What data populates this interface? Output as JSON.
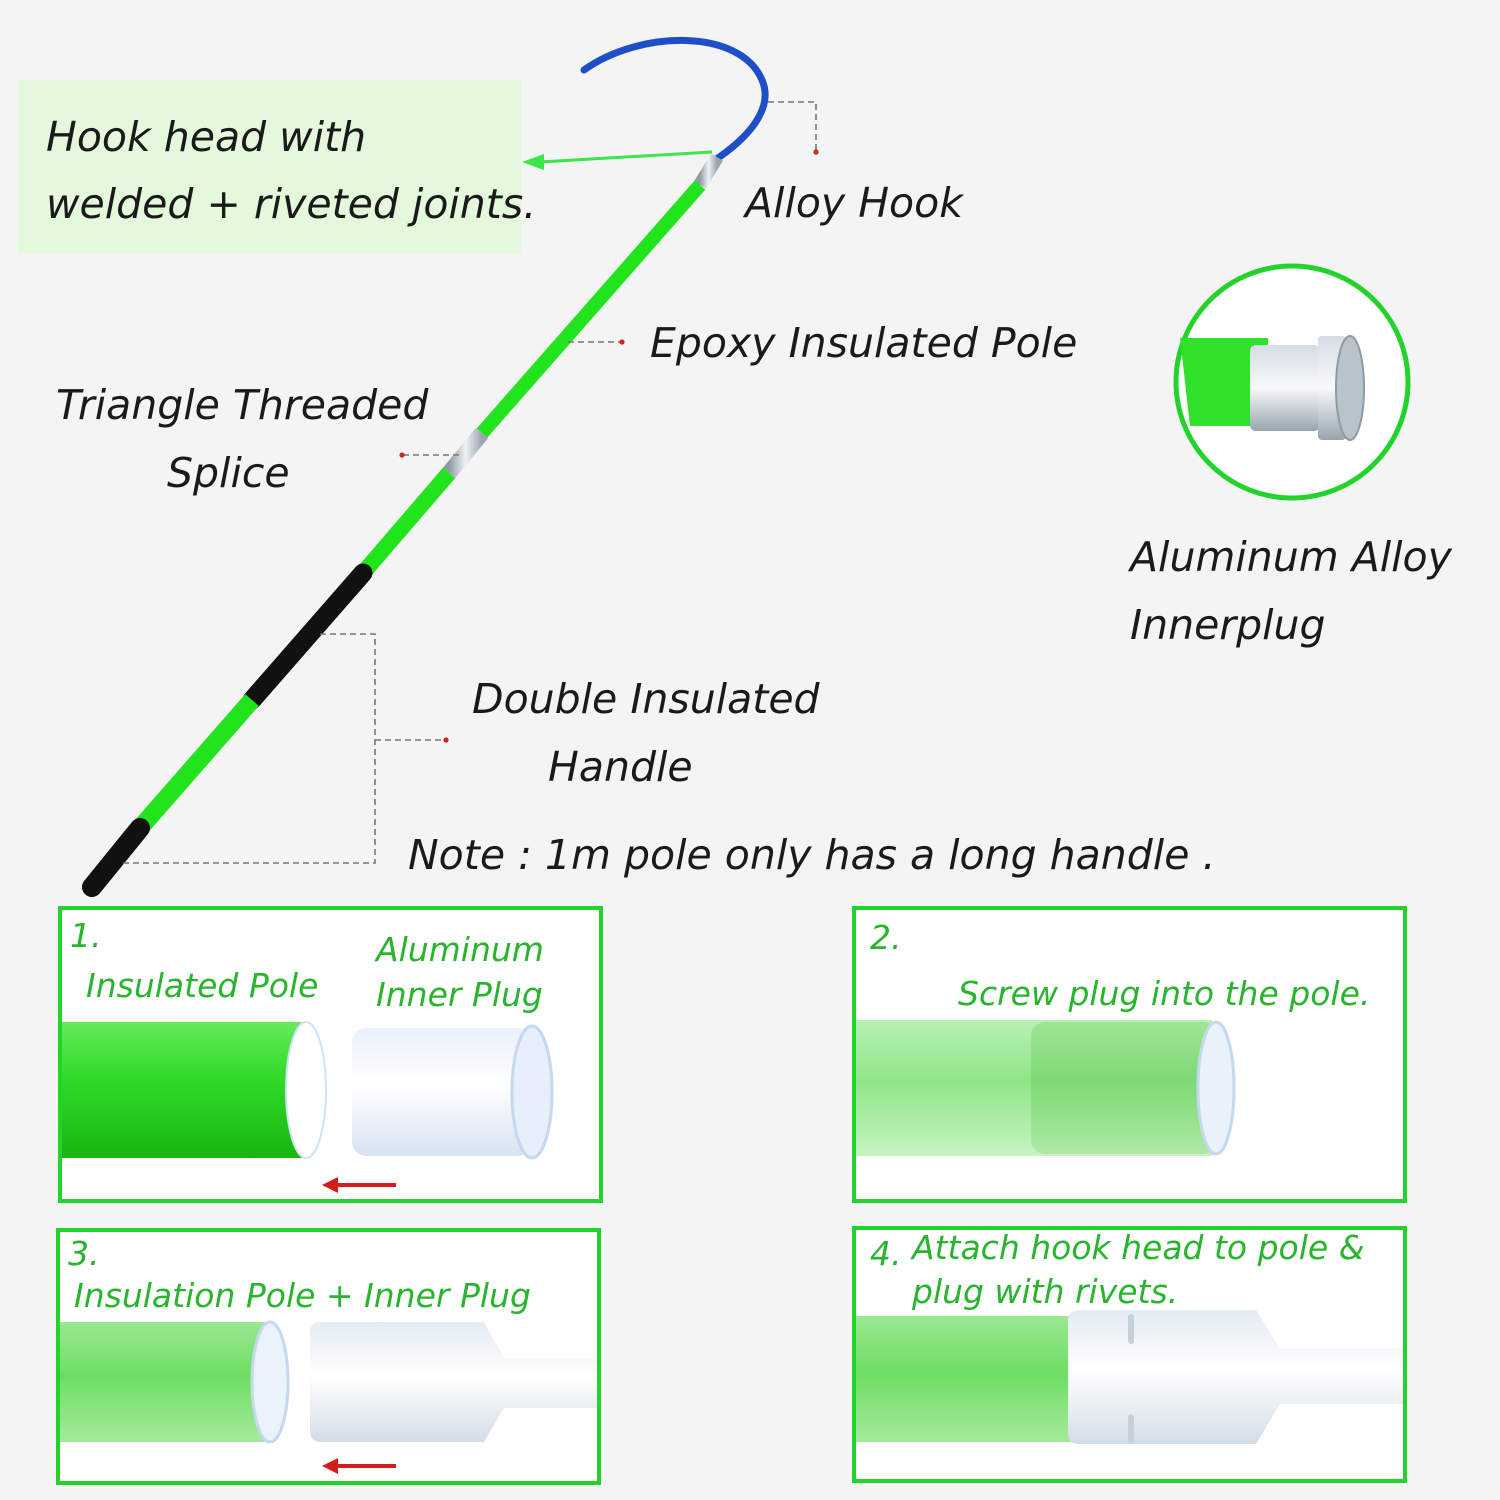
{
  "callout": {
    "line1": "Hook head with",
    "line2": "welded + riveted joints."
  },
  "labels": {
    "alloy_hook": "Alloy Hook",
    "epoxy_pole": "Epoxy Insulated Pole",
    "splice_line1": "Triangle Threaded",
    "splice_line2": "Splice",
    "innerplug_line1": "Aluminum Alloy",
    "innerplug_line2": "Innerplug",
    "handle_line1": "Double Insulated",
    "handle_line2": "Handle",
    "note": "Note : 1m pole only has a long handle ."
  },
  "steps": [
    {
      "number": "1.",
      "text_a": "Insulated Pole",
      "text_b_line1": "Aluminum",
      "text_b_line2": "Inner Plug"
    },
    {
      "number": "2.",
      "text": "Screw plug into the pole."
    },
    {
      "number": "3.",
      "text": "Insulation Pole + Inner Plug"
    },
    {
      "number": "4.",
      "text_line1": "Attach hook head to pole &",
      "text_line2": "plug with rivets."
    }
  ],
  "colors": {
    "pole_green": "#22e41c",
    "handle_black": "#111111",
    "hook_blue": "#1f4fc8",
    "panel_border": "#22d32b",
    "step_text": "#28b52d",
    "arrow_red": "#d61b1b",
    "leader_red": "#c62828"
  },
  "icons": [
    "hook-icon",
    "pole-icon",
    "inner-plug-icon",
    "arrow-left-icon"
  ]
}
